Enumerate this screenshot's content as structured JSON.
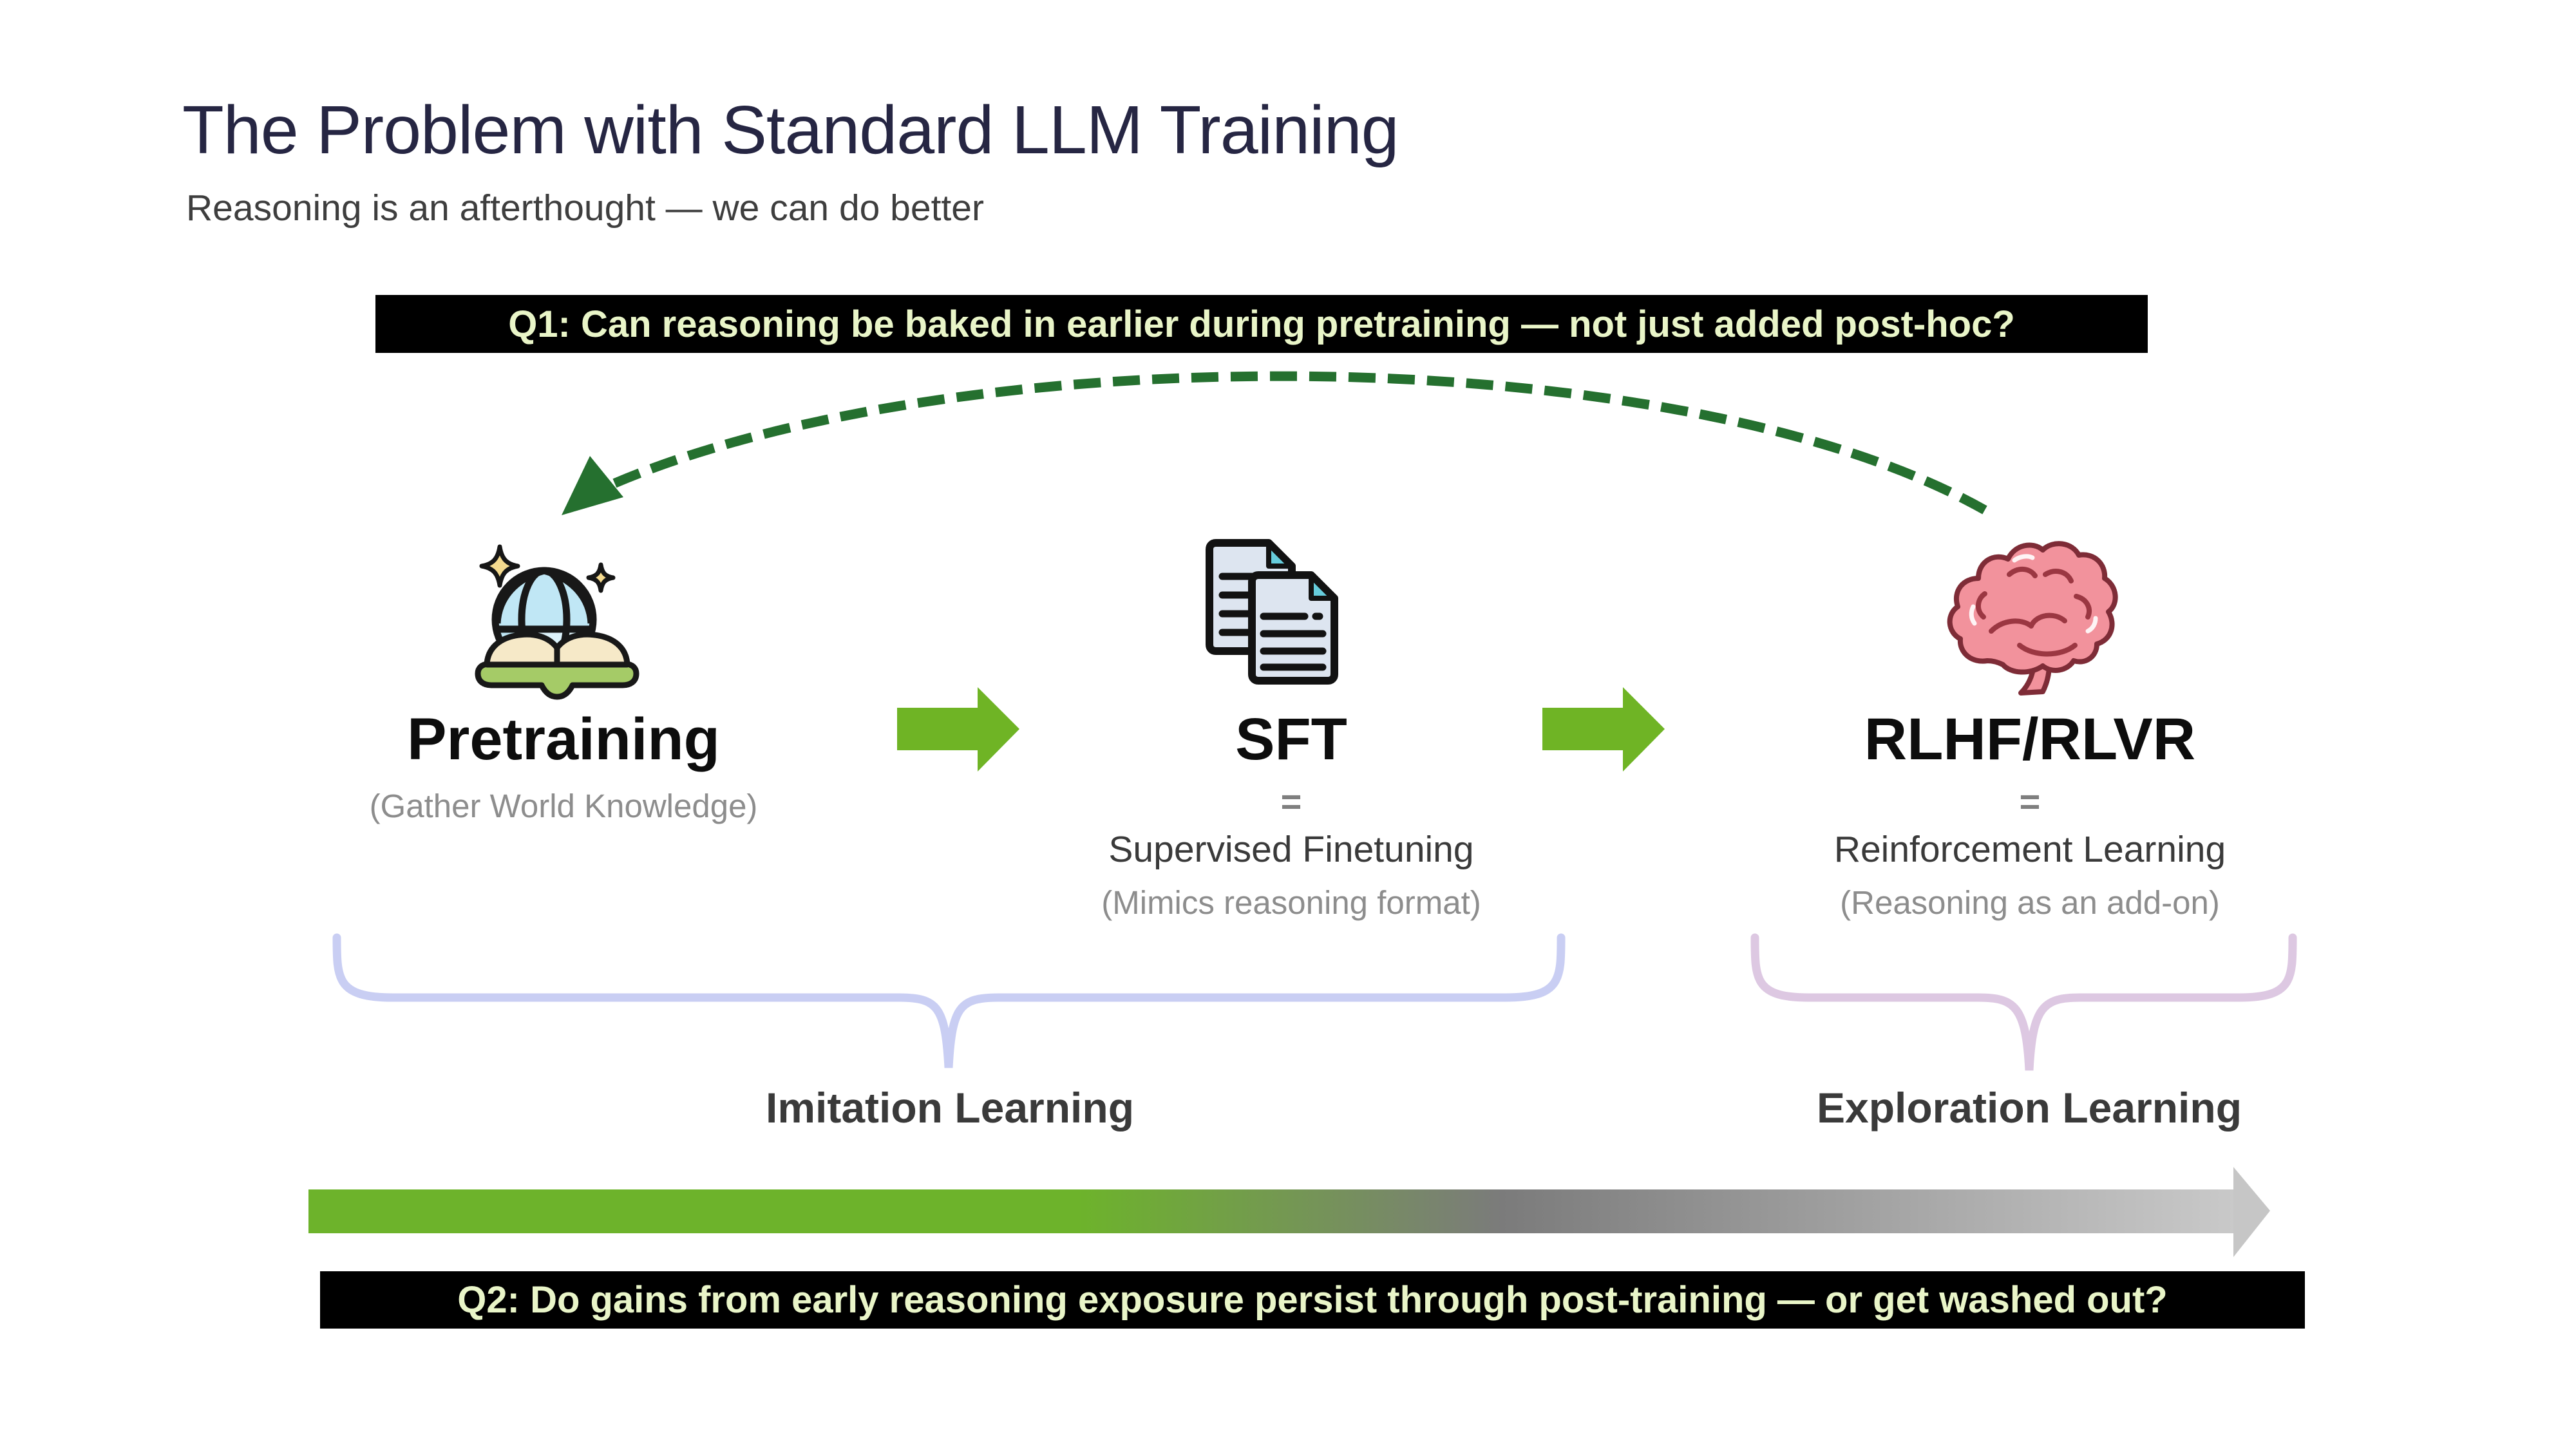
{
  "header": {
    "title": "The Problem with Standard LLM Training",
    "subtitle": "Reasoning is an afterthought — we can do better"
  },
  "banners": {
    "q1": "Q1: Can reasoning be baked in earlier during pretraining — not just added post-hoc?",
    "q2": "Q2: Do gains from early reasoning exposure persist through post-training — or get washed out?"
  },
  "stages": [
    {
      "name": "Pretraining",
      "subtitle": "(Gather World Knowledge)",
      "icon": "globe-book-icon"
    },
    {
      "name": "SFT",
      "equals": "=",
      "full_name": "Supervised Finetuning",
      "subtitle": "(Mimics reasoning format)",
      "icon": "documents-icon"
    },
    {
      "name": "RLHF/RLVR",
      "equals": "=",
      "full_name": "Reinforcement Learning",
      "subtitle": "(Reasoning as an add-on)",
      "icon": "brain-icon"
    }
  ],
  "groups": [
    {
      "label": "Imitation Learning"
    },
    {
      "label": "Exploration Learning"
    }
  ],
  "colors": {
    "title_ink": "#262643",
    "accent_green": "#6fb425",
    "dashed_arrow_green": "#25702f",
    "banner_bg": "#000000",
    "banner_text": "#e9f5c8",
    "imitation_brace": "#c9cef3",
    "exploration_brace": "#ddc8e2",
    "gradient_start": "#6db32b",
    "gradient_mid": "#7b7b7b",
    "gradient_end": "#c9c9c9"
  }
}
